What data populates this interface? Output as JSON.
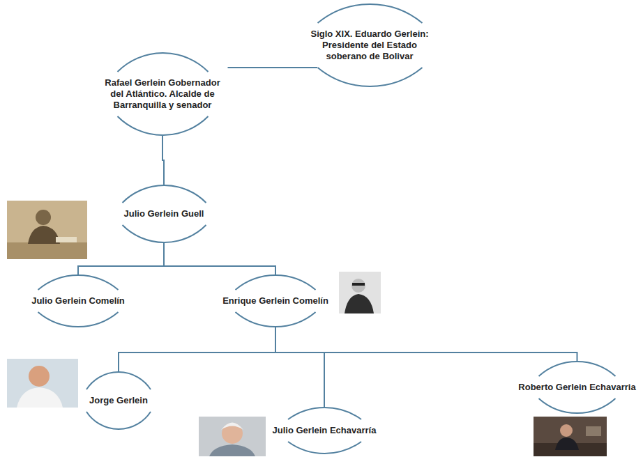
{
  "diagram": {
    "nodes": [
      {
        "text": [
          "Siglo XIX. Eduardo Gerlein: Presidente del Estado soberano de Bolivar"
        ]
      },
      {
        "text": [
          "Rafael Gerlein Gobernador del Atlántico. Alcalde de Barranquilla y senador"
        ]
      },
      {
        "text": [
          "Julio Gerlein Guell"
        ]
      },
      {
        "text": [
          "Julio Gerlein Comelín"
        ]
      },
      {
        "text": [
          "Enrique Gerlein Comelín"
        ]
      },
      {
        "text": [
          "Jorge Gerlein"
        ]
      },
      {
        "text": [
          "Julio Gerlein Echavarría"
        ]
      },
      {
        "text": [
          "Roberto Gerlein Echavarria"
        ]
      }
    ],
    "edges": [
      {
        "from": 0,
        "to": 1,
        "arrow": "none"
      },
      {
        "from": 1,
        "to": 2,
        "arrow": "none"
      },
      {
        "from": 2,
        "to": 3,
        "arrow": "none"
      },
      {
        "from": 2,
        "to": 4,
        "arrow": "none"
      },
      {
        "from": 4,
        "to": 5,
        "arrow": "none"
      },
      {
        "from": 4,
        "to": 6,
        "arrow": "none"
      },
      {
        "from": 4,
        "to": 7,
        "arrow": "none"
      }
    ]
  }
}
